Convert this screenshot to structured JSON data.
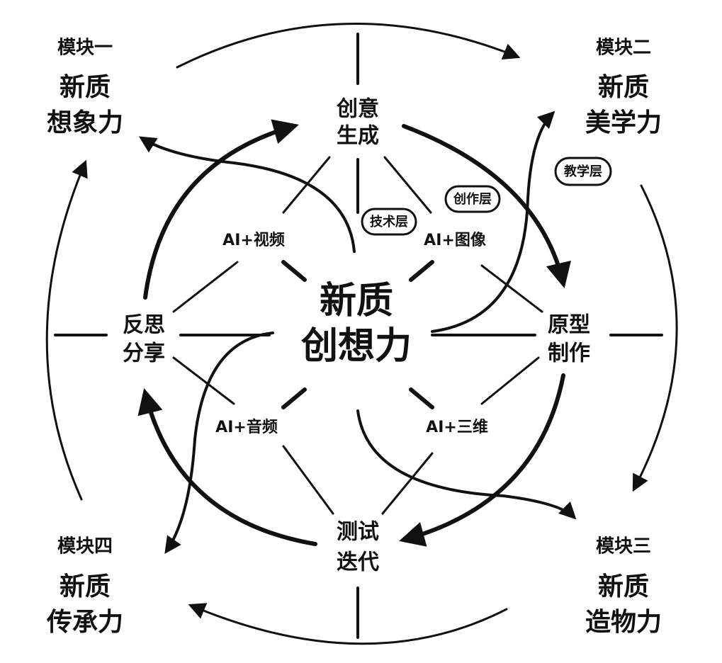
{
  "modules": [
    {
      "label": "模块一",
      "line1": "新质",
      "line2": "想象力"
    },
    {
      "label": "模块二",
      "line1": "新质",
      "line2": "美学力"
    },
    {
      "label": "模块三",
      "line1": "新质",
      "line2": "造物力"
    },
    {
      "label": "模块四",
      "line1": "新质",
      "line2": "传承力"
    }
  ],
  "center": {
    "line1": "新质",
    "line2": "创想力"
  },
  "stages": [
    {
      "line1": "创意",
      "line2": "生成"
    },
    {
      "line1": "原型",
      "line2": "制作"
    },
    {
      "line1": "测试",
      "line2": "迭代"
    },
    {
      "line1": "反思",
      "line2": "分享"
    }
  ],
  "ai_tools": [
    "AI+视频",
    "AI+图像",
    "AI+音频",
    "AI+三维"
  ],
  "layers": [
    "技术层",
    "创作层",
    "教学层"
  ]
}
